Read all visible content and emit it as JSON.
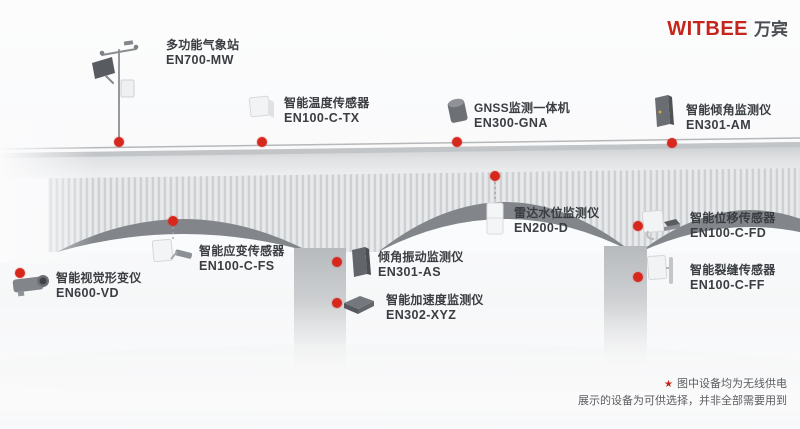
{
  "logo": {
    "brand": "WITBEE",
    "brand_cn": "万宾"
  },
  "colors": {
    "accent_red": "#c5261c",
    "dot_red": "#d7281e",
    "label_gray": "#3a3d41"
  },
  "devices": [
    {
      "id": "weather-station",
      "name": "多功能气象站",
      "model": "EN700-MW",
      "icon": "weather-station-icon"
    },
    {
      "id": "temperature",
      "name": "智能温度传感器",
      "model": "EN100-C-TX",
      "icon": "temperature-sensor-icon"
    },
    {
      "id": "gnss",
      "name": "GNSS监测一体机",
      "model": "EN300-GNA",
      "icon": "gnss-monitor-icon"
    },
    {
      "id": "tilt-angle",
      "name": "智能倾角监测仪",
      "model": "EN301-AM",
      "icon": "tilt-monitor-icon"
    },
    {
      "id": "radar-water-level",
      "name": "雷达水位监测仪",
      "model": "EN200-D",
      "icon": "radar-water-level-icon"
    },
    {
      "id": "displacement",
      "name": "智能位移传感器",
      "model": "EN100-C-FD",
      "icon": "displacement-sensor-icon"
    },
    {
      "id": "crack",
      "name": "智能裂缝传感器",
      "model": "EN100-C-FF",
      "icon": "crack-sensor-icon"
    },
    {
      "id": "strain",
      "name": "智能应变传感器",
      "model": "EN100-C-FS",
      "icon": "strain-sensor-icon"
    },
    {
      "id": "tilt-vibration",
      "name": "倾角振动监测仪",
      "model": "EN301-AS",
      "icon": "tilt-vibration-icon"
    },
    {
      "id": "acceleration",
      "name": "智能加速度监测仪",
      "model": "EN302-XYZ",
      "icon": "acceleration-icon"
    },
    {
      "id": "visual-deformation",
      "name": "智能视觉形变仪",
      "model": "EN600-VD",
      "icon": "camera-icon"
    }
  ],
  "footnote": {
    "star": "★",
    "line1": "图中设备均为无线供电",
    "line2": "展示的设备为可供选择，并非全部需要用到"
  }
}
